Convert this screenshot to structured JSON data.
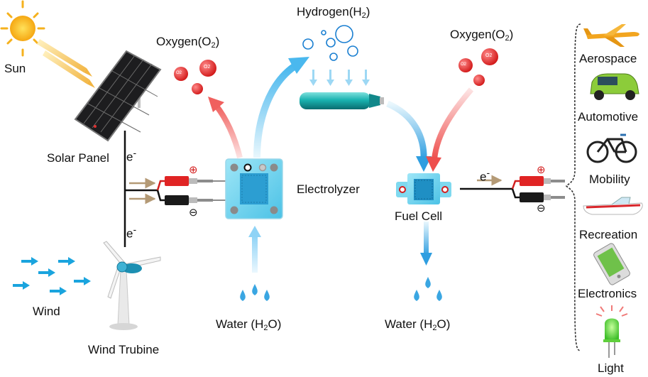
{
  "labels": {
    "sun": "Sun",
    "solar_panel": "Solar Panel",
    "wind": "Wind",
    "wind_turbine": "Wind Trubine",
    "electrolyzer": "Electrolyzer",
    "fuel_cell": "Fuel Cell",
    "electron": "e",
    "electron_sup": "-",
    "plus": "⊕",
    "minus": "⊖"
  },
  "chemicals": {
    "oxygen_main": "Oxygen(O",
    "oxygen_sub": "2",
    "oxygen_close": ")",
    "hydrogen_main": "Hydrogen(H",
    "hydrogen_sub": "2",
    "hydrogen_close": ")",
    "water_main": "Water (H",
    "water_sub": "2",
    "water_close": "O)",
    "o2_bubble": "O",
    "o2_bubble_sub": "2"
  },
  "applications": [
    "Aerospace",
    "Automotive",
    "Mobility",
    "Recreation",
    "Electronics",
    "Light"
  ],
  "colors": {
    "hydrogen_arrow": "#5bc3f0",
    "oxygen_arrow": "#f07a78",
    "water": "#3aa6e2",
    "cell": "#6fd1ec",
    "tank": "#1aa8a8",
    "wire": "#111111",
    "red_terminal": "#d41f1f"
  }
}
